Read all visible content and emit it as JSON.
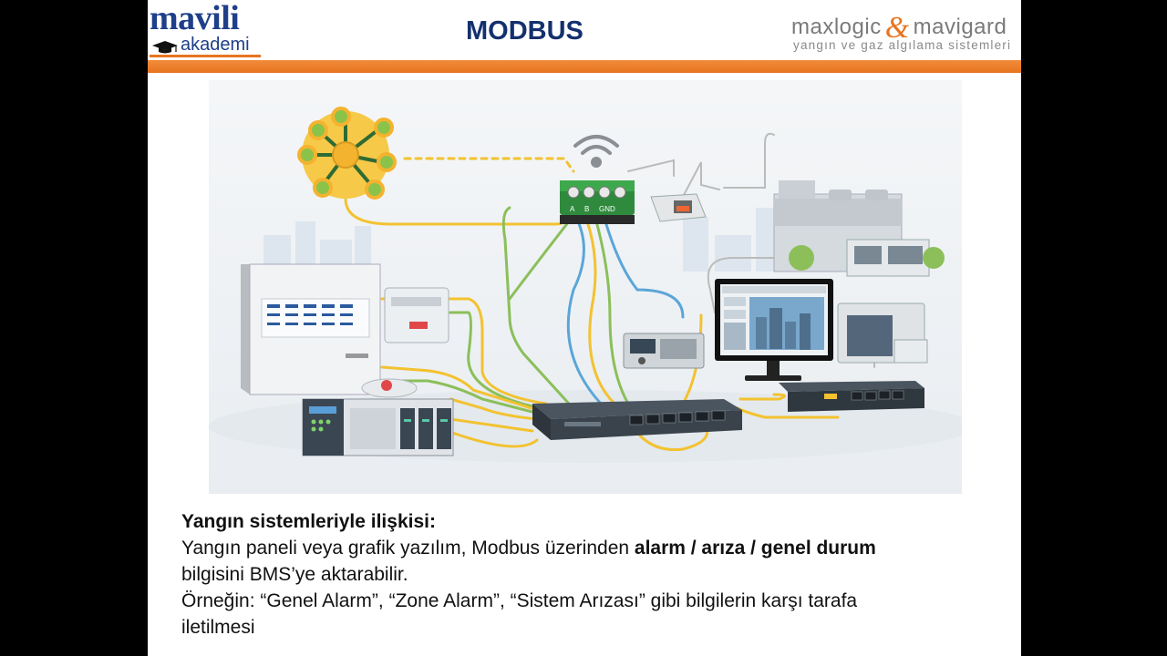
{
  "header": {
    "title": "MODBUS",
    "logo_left": {
      "brand": "mavili",
      "sub": "akademi"
    },
    "logo_right": {
      "brand_a": "maxlogic",
      "amp": "&",
      "brand_b": "mavigard",
      "tagline": "yangın ve gaz algılama sistemleri"
    }
  },
  "illustration": {
    "terminal_labels": [
      "A",
      "B",
      "GND"
    ],
    "icons": [
      "network-hub-icon",
      "wifi-icon",
      "modbus-terminal-block",
      "rj45-connector",
      "building-bms",
      "monitor-scada",
      "fire-alarm-panel",
      "control-panel",
      "network-switch",
      "small-switch",
      "io-module",
      "plc-controller"
    ]
  },
  "body": {
    "heading": "Yangın sistemleriyle ilişkisi:",
    "line1_pre": "Yangın paneli veya grafik yazılım, Modbus üzerinden ",
    "line1_bold": "alarm / arıza / genel durum",
    "line2": "bilgisini BMS’ye aktarabilir.",
    "line3": "Örneğin: “Genel Alarm”, “Zone Alarm”, “Sistem Arızası” gibi bilgilerin karşı tarafa",
    "line4": "iletilmesi"
  }
}
